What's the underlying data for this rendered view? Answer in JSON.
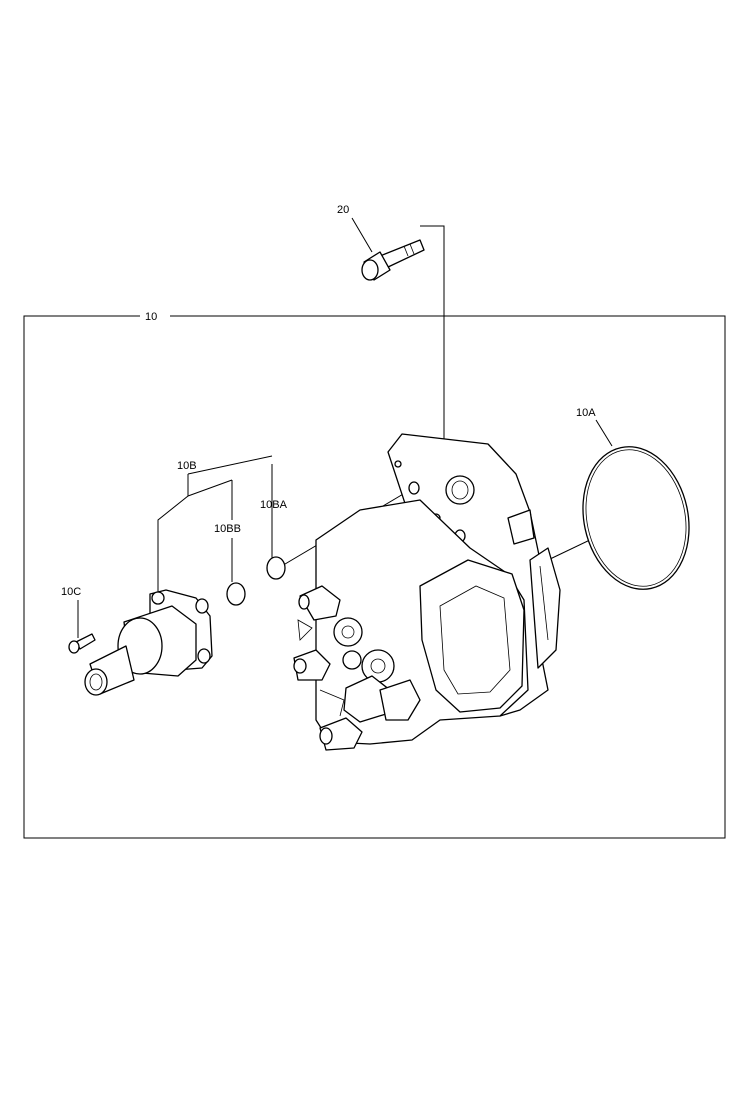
{
  "callouts": {
    "c20": "20",
    "c10": "10",
    "c10a": "10A",
    "c10b": "10B",
    "c10ba": "10BA",
    "c10bb": "10BB",
    "c10c": "10C"
  }
}
